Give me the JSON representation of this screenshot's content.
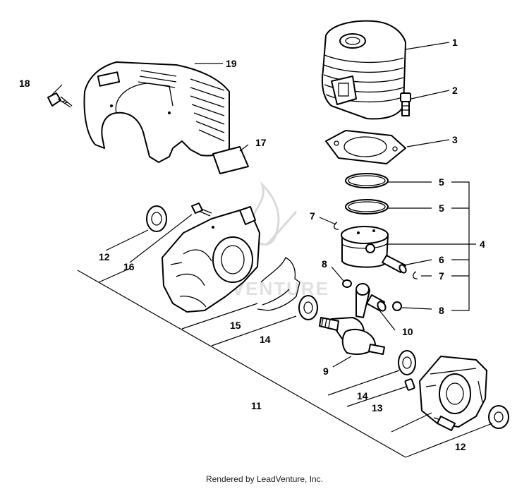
{
  "watermark": {
    "text": "LEADVENTURE"
  },
  "callouts": {
    "c1": "1",
    "c2": "2",
    "c3": "3",
    "c4": "4",
    "c5a": "5",
    "c5b": "5",
    "c6": "6",
    "c7a": "7",
    "c7b": "7",
    "c8a": "8",
    "c8b": "8",
    "c9": "9",
    "c10": "10",
    "c11": "11",
    "c12a": "12",
    "c12b": "12",
    "c13": "13",
    "c14a": "14",
    "c14b": "14",
    "c15": "15",
    "c16": "16",
    "c17": "17",
    "c18": "18",
    "c19": "19"
  },
  "footer": {
    "text": "Rendered by LeadVenture, Inc."
  }
}
